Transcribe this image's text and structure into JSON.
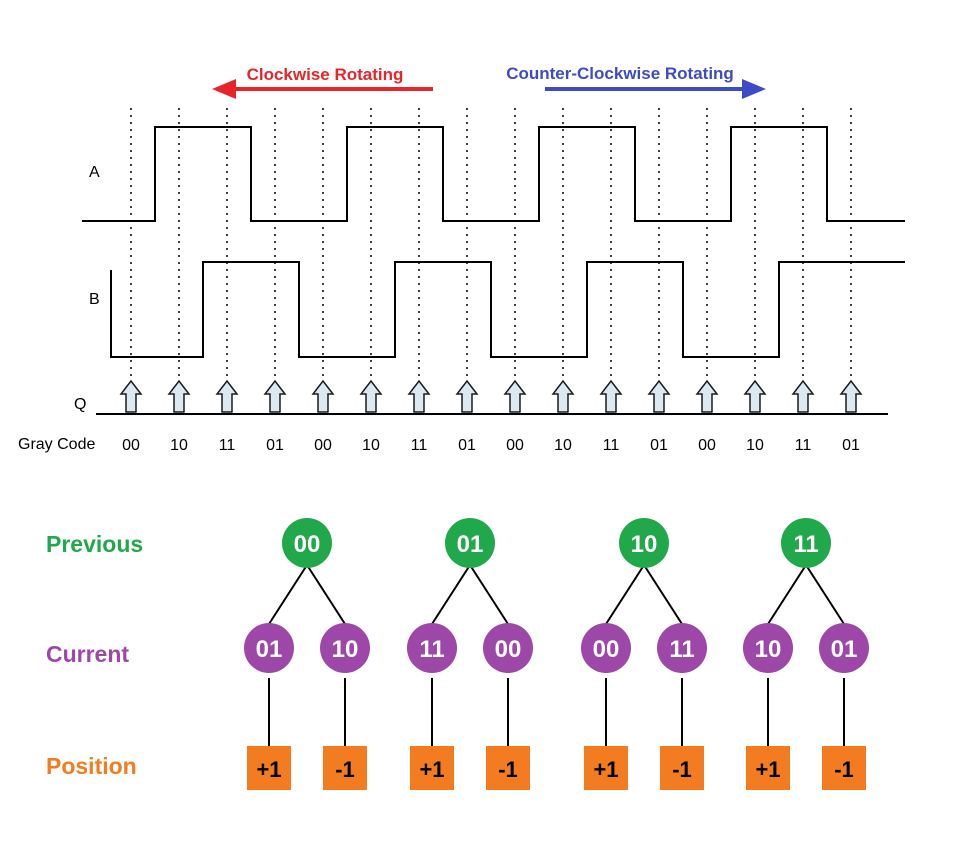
{
  "direction": {
    "left_label": "Clockwise Rotating",
    "right_label": "Counter-Clockwise Rotating",
    "left_color": "#e8242b",
    "right_color": "#3d4bc6"
  },
  "signals": {
    "a_label": "A",
    "b_label": "B",
    "q_label": "Q",
    "a_levels": [
      0,
      1,
      1,
      0,
      0,
      1,
      1,
      0,
      0,
      1,
      1,
      0,
      0,
      1,
      1,
      0
    ],
    "b_levels": [
      0,
      0,
      1,
      1,
      0,
      0,
      1,
      1,
      0,
      0,
      1,
      1,
      0,
      0,
      1,
      1
    ]
  },
  "gray_code": {
    "label": "Gray Code",
    "values": [
      "00",
      "10",
      "11",
      "01",
      "00",
      "10",
      "11",
      "01",
      "00",
      "10",
      "11",
      "01",
      "00",
      "10",
      "11",
      "01"
    ]
  },
  "tree": {
    "row_labels": {
      "previous": "Previous",
      "current": "Current",
      "position": "Position"
    },
    "colors": {
      "previous": "#21a84a",
      "current": "#9d47a8",
      "position_box": "#f47c20",
      "position_label": "#f47c20"
    },
    "groups": [
      {
        "previous": "00",
        "children": [
          {
            "current": "01",
            "position": "+1"
          },
          {
            "current": "10",
            "position": "-1"
          }
        ]
      },
      {
        "previous": "01",
        "children": [
          {
            "current": "11",
            "position": "+1"
          },
          {
            "current": "00",
            "position": "-1"
          }
        ]
      },
      {
        "previous": "10",
        "children": [
          {
            "current": "00",
            "position": "+1"
          },
          {
            "current": "11",
            "position": "-1"
          }
        ]
      },
      {
        "previous": "11",
        "children": [
          {
            "current": "10",
            "position": "+1"
          },
          {
            "current": "01",
            "position": "-1"
          }
        ]
      }
    ]
  }
}
